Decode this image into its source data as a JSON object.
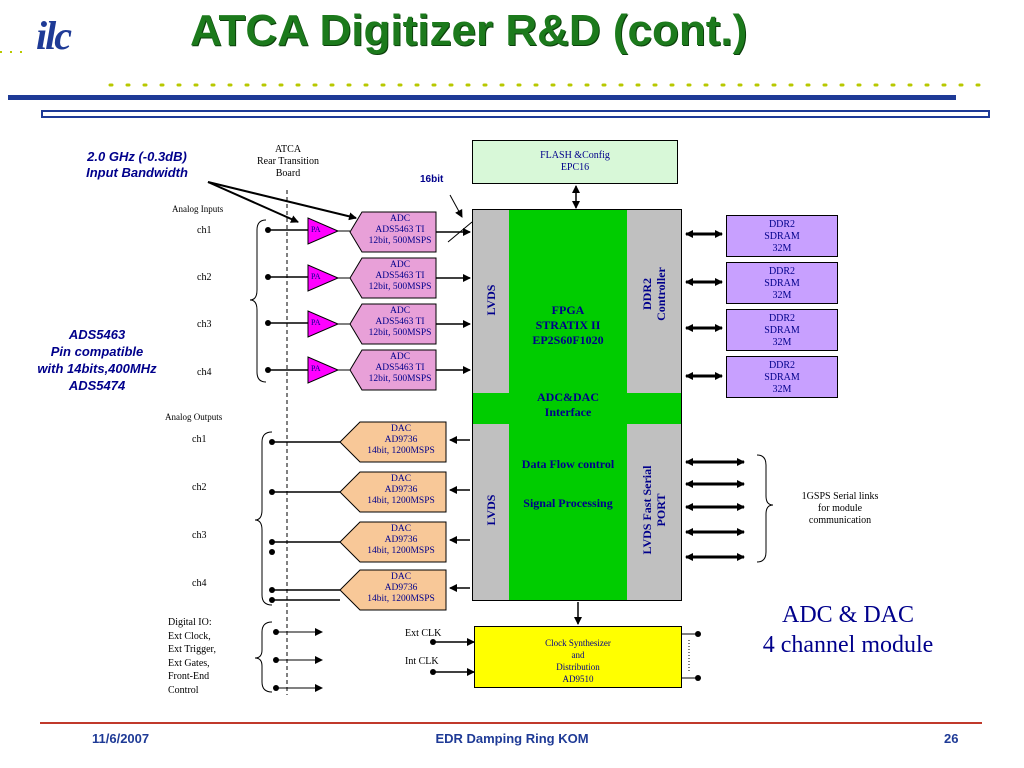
{
  "slide": {
    "title": "ATCA Digitizer R&D (cont.)",
    "logo": "ilc"
  },
  "diagram": {
    "bandwidth_note": [
      "2.0 GHz (-0.3dB)",
      "Input Bandwidth"
    ],
    "atca_label": [
      "ATCA",
      "Rear Transition",
      "Board"
    ],
    "bus_width": "16bit",
    "analog_inputs_label": "Analog  Inputs",
    "analog_outputs_label": "Analog  Outputs",
    "input_channels": [
      "ch1",
      "ch2",
      "ch3",
      "ch4"
    ],
    "output_channels": [
      "ch1",
      "ch2",
      "ch3",
      "ch4"
    ],
    "preamp_label": "PA",
    "adc": [
      "ADC",
      "ADS5463 TI",
      "12bit, 500MSPS"
    ],
    "dac": [
      "DAC",
      "AD9736",
      "14bit, 1200MSPS"
    ],
    "compat_note": [
      "ADS5463",
      "Pin compatible",
      "with 14bits,400MHz",
      "ADS5474"
    ],
    "flash": [
      "FLASH &Config",
      "EPC16"
    ],
    "fpga": [
      "FPGA",
      "STRATIX II",
      "EP2S60F1020"
    ],
    "lvds": "LVDS",
    "ddr2_controller": [
      "DDR2",
      "Controller"
    ],
    "adc_dac_interface": [
      "ADC&DAC",
      "Interface"
    ],
    "data_flow": "Data Flow control",
    "signal_processing": "Signal Processing",
    "lvds_serial": [
      "LVDS Fast Serial",
      "PORT"
    ],
    "ddr2_mem": [
      "DDR2",
      "SDRAM",
      "32M"
    ],
    "serial_links_note": [
      "1GSPS  Serial links",
      "for module",
      "communication"
    ],
    "digital_io": [
      "Digital IO:",
      "Ext Clock,",
      "Ext Trigger,",
      "Ext Gates,",
      "Front-End",
      "Control"
    ],
    "ext_clk": "Ext CLK",
    "int_clk": "Int CLK",
    "clock_synth": [
      "Clock Synthesizer",
      "and",
      "Distribution",
      "AD9510"
    ],
    "module_title": [
      "ADC & DAC",
      "4 channel module"
    ]
  },
  "footer": {
    "date": "11/6/2007",
    "event": "EDR Damping Ring KOM",
    "page": "26"
  },
  "colors": {
    "title_green": "#1c7a1c",
    "navy": "#00008b",
    "header_blue": "#1e3a96",
    "fpga_green": "#00cc00",
    "adc_pink": "#e8a0d8",
    "dac_peach": "#f8c898",
    "ddr_purple": "#c8a0ff",
    "flash_mint": "#d8f8d8",
    "clock_yellow": "#ffff00",
    "pa_magenta": "#ff00ff",
    "footer_line": "#c0392b"
  }
}
